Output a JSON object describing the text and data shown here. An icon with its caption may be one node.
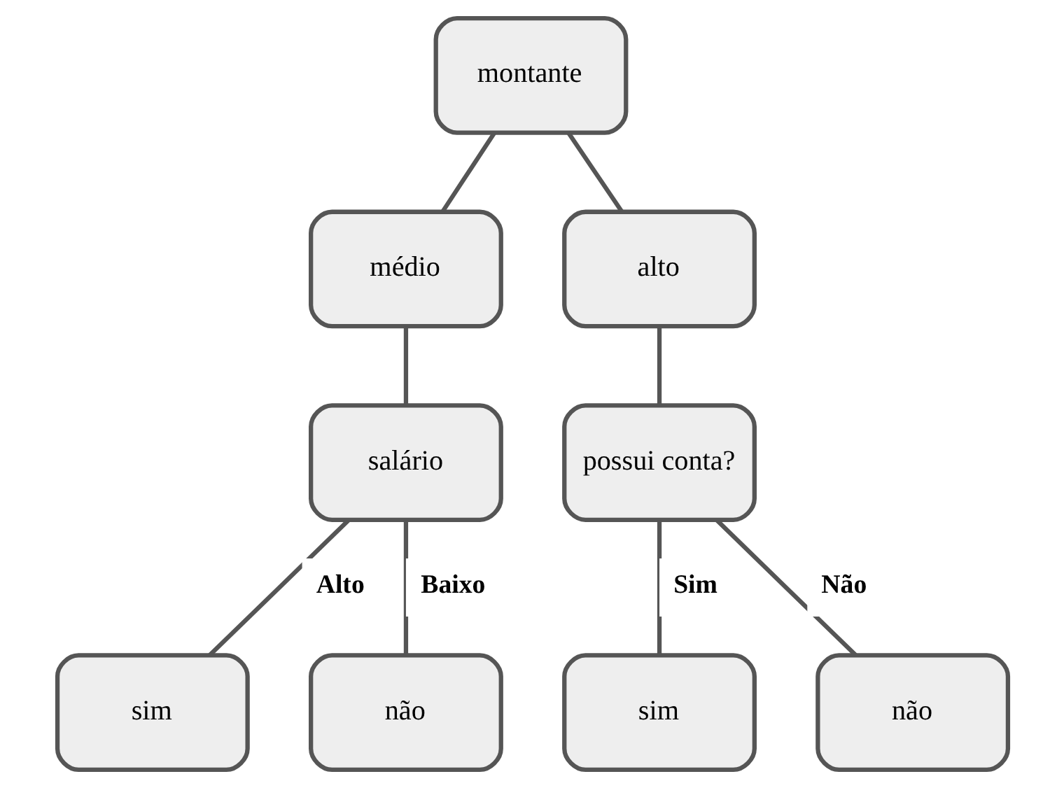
{
  "diagram": {
    "nodes": [
      {
        "text": [
          "montante"
        ]
      },
      {
        "text": [
          "médio"
        ]
      },
      {
        "text": [
          "alto"
        ]
      },
      {
        "text": [
          "salário"
        ]
      },
      {
        "text": [
          "possui conta?"
        ]
      },
      {
        "text": [
          "sim"
        ]
      },
      {
        "text": [
          "não"
        ]
      },
      {
        "text": [
          "sim"
        ]
      },
      {
        "text": [
          "não"
        ]
      }
    ],
    "edges": [
      {
        "from": 0,
        "to": 1,
        "arrow": "none"
      },
      {
        "from": 0,
        "to": 2,
        "arrow": "none"
      },
      {
        "from": 1,
        "to": 3,
        "arrow": "none"
      },
      {
        "from": 2,
        "to": 4,
        "arrow": "none"
      },
      {
        "from": 3,
        "to": 5,
        "arrow": "none",
        "label": "Alto"
      },
      {
        "from": 3,
        "to": 6,
        "arrow": "none",
        "label": "Baixo"
      },
      {
        "from": 4,
        "to": 7,
        "arrow": "none",
        "label": "Sim"
      },
      {
        "from": 4,
        "to": 8,
        "arrow": "none",
        "label": "Não"
      }
    ]
  }
}
